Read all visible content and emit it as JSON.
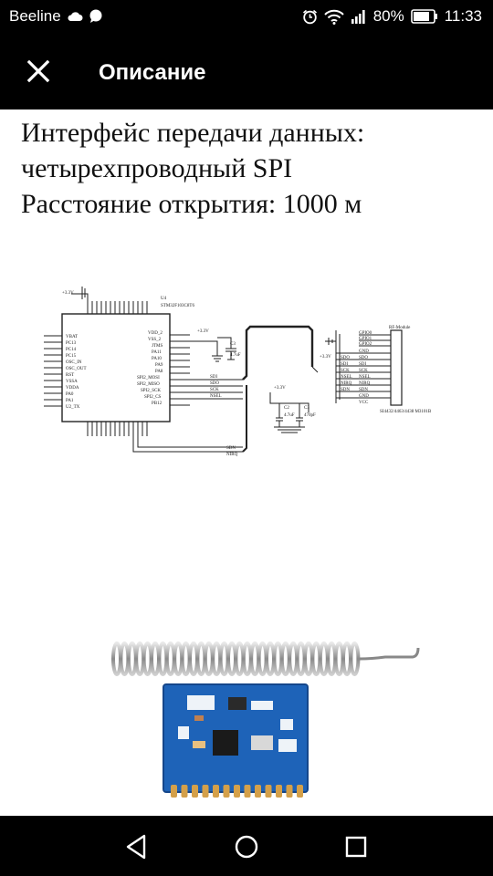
{
  "status_bar": {
    "carrier": "Beeline",
    "battery": "80%",
    "time": "11:33",
    "icons": [
      "cloud-icon",
      "chat-bubble-icon",
      "alarm-icon",
      "wifi-icon",
      "signal-icon",
      "battery-icon"
    ]
  },
  "toolbar": {
    "title": "Описание",
    "close_icon": "close-icon"
  },
  "description": {
    "lines": [
      "Интерфейс передачи данных:",
      "четырехпроводный SPI",
      "Расстояние открытия: 1000 м"
    ]
  },
  "schematic": {
    "mcu_name": "U4",
    "mcu_part": "STM32F103C8T6",
    "rf_label": "RF-Module",
    "rf_part": "SI4432/4463/4438 M3101B",
    "net_sdi": "SDI",
    "net_sdo": "SDO",
    "net_sck": "SCK",
    "net_nsel": "NSEL",
    "net_sdn": "SDN",
    "net_nirq": "NIRQ",
    "vcc": "+3.3V",
    "cap_c3": "C3",
    "cap_c2": "C2",
    "cap_c3_val": "4.7uF",
    "cap_c2_val": "470pF",
    "pins_left": [
      "VBAT",
      "PC13",
      "PC14",
      "PC15",
      "OSC_IN",
      "OSC_OUT",
      "RST",
      "VSSA",
      "VDDA",
      "PA0",
      "PA1",
      "U2_TX"
    ],
    "pins_right": [
      "VDD_2",
      "VSS_2",
      "JTMS",
      "PA11",
      "PA10",
      "PA9",
      "PA8",
      "SPI2_MOSI",
      "SPI2_MISO",
      "SPI2_SCK",
      "SPI2_CS",
      "PB12"
    ],
    "rf_pins": [
      "GPIO0",
      "GPIO1",
      "GPIO2",
      "GND",
      "SDO",
      "SDI",
      "SCK",
      "NSEL",
      "NIRQ",
      "SDN",
      "GND",
      "VCC"
    ]
  },
  "colors": {
    "bar_bg": "#000000",
    "pcb_blue": "#1e63b8",
    "gold": "#d4a04a"
  },
  "nav_bar": {
    "icons": [
      "back-icon",
      "home-icon",
      "recents-icon"
    ]
  }
}
